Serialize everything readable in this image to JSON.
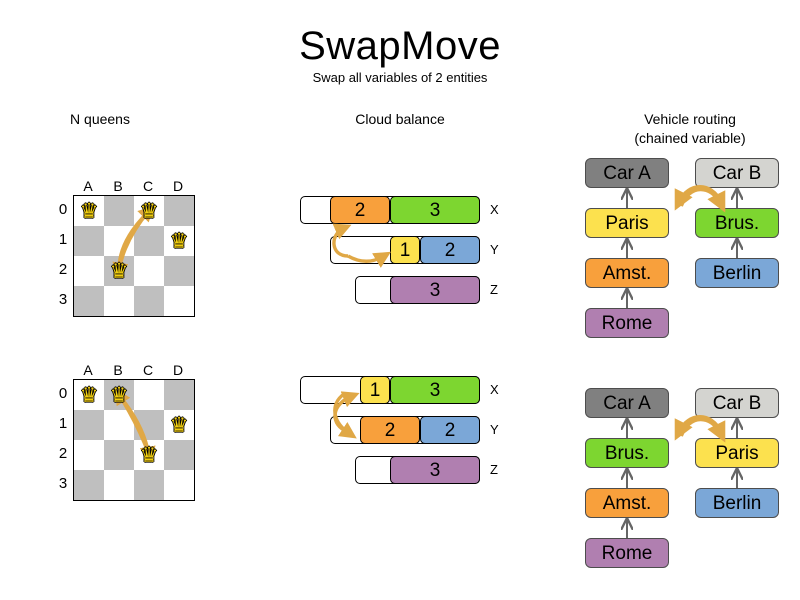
{
  "header": {
    "title": "SwapMove",
    "subtitle": "Swap all variables of 2 entities"
  },
  "sections": {
    "nqueens": {
      "heading": "N queens"
    },
    "cloud": {
      "heading": "Cloud balance"
    },
    "vrp": {
      "heading_line1": "Vehicle routing",
      "heading_line2": "(chained variable)"
    }
  },
  "nqueens": {
    "files": [
      "A",
      "B",
      "C",
      "D"
    ],
    "ranks": [
      "0",
      "1",
      "2",
      "3"
    ],
    "queen_glyph": "♛",
    "before": {
      "queens": [
        {
          "file": 0,
          "rank": 0
        },
        {
          "file": 2,
          "rank": 0
        },
        {
          "file": 3,
          "rank": 1
        },
        {
          "file": 1,
          "rank": 2
        }
      ],
      "move_from": {
        "file": 2,
        "rank": 0
      },
      "move_to": {
        "file": 1,
        "rank": 2
      }
    },
    "after": {
      "queens": [
        {
          "file": 0,
          "rank": 0
        },
        {
          "file": 1,
          "rank": 0
        },
        {
          "file": 3,
          "rank": 1
        },
        {
          "file": 2,
          "rank": 2
        }
      ],
      "move_from": {
        "file": 1,
        "rank": 0
      },
      "move_to": {
        "file": 2,
        "rank": 2
      }
    }
  },
  "cloud": {
    "before": {
      "rows": [
        {
          "label": "X",
          "blocks": [
            {
              "value": "2",
              "color": "#F8A03C"
            },
            {
              "value": "3",
              "color": "#7DD630"
            }
          ]
        },
        {
          "label": "Y",
          "blocks": [
            {
              "value": "1",
              "color": "#FCE14E"
            },
            {
              "value": "2",
              "color": "#7BA7D7"
            }
          ]
        },
        {
          "label": "Z",
          "blocks": [
            {
              "value": "3",
              "color": "#B07FB0"
            }
          ]
        }
      ]
    },
    "after": {
      "rows": [
        {
          "label": "X",
          "blocks": [
            {
              "value": "1",
              "color": "#FCE14E"
            },
            {
              "value": "3",
              "color": "#7DD630"
            }
          ]
        },
        {
          "label": "Y",
          "blocks": [
            {
              "value": "2",
              "color": "#F8A03C"
            },
            {
              "value": "2",
              "color": "#7BA7D7"
            }
          ]
        },
        {
          "label": "Z",
          "blocks": [
            {
              "value": "3",
              "color": "#B07FB0"
            }
          ]
        }
      ]
    }
  },
  "vrp": {
    "before": {
      "chain_a": [
        "Car A",
        "Paris",
        "Amst.",
        "Rome"
      ],
      "chain_b": [
        "Car B",
        "Brus.",
        "Berlin"
      ]
    },
    "after": {
      "chain_a": [
        "Car A",
        "Brus.",
        "Amst.",
        "Rome"
      ],
      "chain_b": [
        "Car B",
        "Paris",
        "Berlin"
      ]
    },
    "colors": {
      "Car A": "#808080",
      "Car B": "#D4D4D0",
      "Paris": "#FCE14E",
      "Brus.": "#7DD630",
      "Amst.": "#F8A03C",
      "Berlin": "#7BA7D7",
      "Rome": "#B07FB0"
    }
  },
  "palette": {
    "arrow": "#E0A846",
    "arrow_light": "#E8C48A",
    "board_dark": "#BFBFBF",
    "board_light": "#FFFFFF"
  }
}
